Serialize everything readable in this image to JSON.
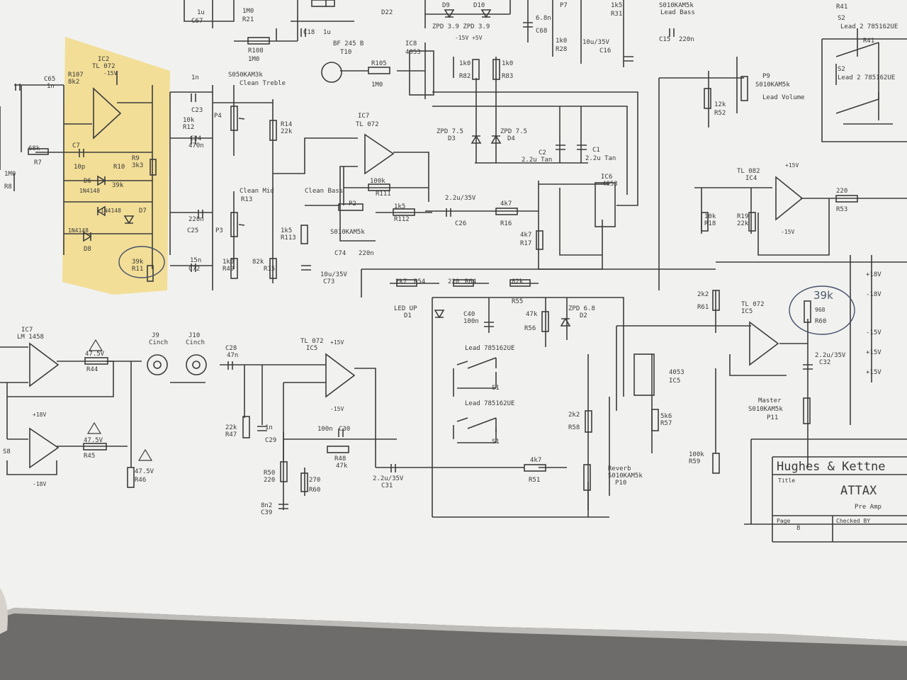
{
  "colors": {
    "paper": "#f1f1ef",
    "ink": "#3c3c3c",
    "highlight": "#f2d77a",
    "table_bg": "#6d6c6a"
  },
  "title_block": {
    "company": "Hughes & Kettne",
    "title_caption": "Title",
    "title": "ATTAX",
    "subtitle": "Pre Amp",
    "page_caption": "Page",
    "page": "8",
    "checked_caption": "Checked BY"
  },
  "handwritten_note": "39k",
  "components": {
    "ic2": "IC2",
    "ic2_type": "TL 072",
    "ic7a": "IC7",
    "ic7a_type": "TL 072",
    "ic4": "IC4",
    "ic4_type": "TL 082",
    "ic5": "IC5",
    "ic5_type": "TL 072",
    "ic5b": "IC5",
    "ic5b_type": "TL 072",
    "ic7": "IC7",
    "ic7_type": "LM 1458",
    "ic6": "IC6",
    "ic6_type": "4053",
    "ic8": "IC8",
    "ic8_type": "4053",
    "ic5c": "IC5",
    "ic5c_type": "4053",
    "r107": "R107",
    "r107_val": "8k2",
    "r7": "R7",
    "r7_val": "68k",
    "r8": "R8",
    "r8_val": "1M0",
    "r9": "R9",
    "r9_val": "3k3",
    "r10": "R10",
    "r10_val": "39k",
    "r12": "R12",
    "r12_val": "10k",
    "r14": "R14",
    "r14_val": "22k",
    "r111": "R111",
    "r111_val": "100k",
    "r112": "R112",
    "r112_val": "1k5",
    "r16": "R16",
    "r16_val": "4k7",
    "r17": "R17",
    "r17_val": "4k7",
    "r113": "R113",
    "r113_val": "1k5",
    "r15": "R15",
    "r15_val": "82k",
    "r18": "R18",
    "r18_val": "10k",
    "r19": "R19",
    "r19_val": "22k",
    "r53": "R53",
    "r53_val": "220",
    "r52": "R52",
    "r52_val": "12k",
    "r54": "R54",
    "r54_val": "2k7",
    "r64": "R64",
    "r64_val": "220",
    "r55": "R55",
    "r55_val": "82k",
    "r56": "R56",
    "r56_val": "47k",
    "r61": "R61",
    "r61_val": "2k2",
    "r58": "R58",
    "r58_val": "2k2",
    "r57": "R57",
    "r57_val": "5k6",
    "r59": "R59",
    "r59_val": "100k",
    "r51": "R51",
    "r51_val": "4k7",
    "r44": "R44",
    "r44_val": "47.5V",
    "r45": "R45",
    "r45_val": "47.5V",
    "r46": "R46",
    "r46_val": "47.5V",
    "r47": "R47",
    "r47_val": "22k",
    "r48": "R48",
    "r48_val": "47k",
    "r60": "R60",
    "r60_val": "270",
    "r105": "R105",
    "r105_val": "1M0",
    "r108": "R108",
    "r108_val": "1M0",
    "r82": "R82",
    "r82_val": "1k0",
    "r83": "R83",
    "r83_val": "1k0",
    "c65": "C65",
    "c65_val": "1n",
    "c7": "C7",
    "c7_val": "10p",
    "c23": "C23",
    "c23_val": "1n",
    "c24": "C24",
    "c24_val": "470n",
    "c25": "C25",
    "c25_val": "220n",
    "c72": "C72",
    "c72_val": "15n",
    "c74": "C74",
    "c74_val": "220n",
    "c73": "C73",
    "c73_val": "10u/35V",
    "c26": "C26",
    "c26_val": "2.2u/35V",
    "c2": "C2",
    "c2_val": "2.2u Tan",
    "c1": "C1",
    "c1_val": "2.2u Tan",
    "c18": "C18",
    "c18_val": "1u",
    "c15": "C15",
    "c15_val": "220n",
    "c16": "C16",
    "c16_val": "10u/35V",
    "c40": "C40",
    "c40_val": "100n",
    "c28": "C28",
    "c28_val": "47n",
    "c29": "C29",
    "c29_val": "1n",
    "c30": "C30",
    "c30_val": "100n",
    "c31": "C31",
    "c31_val": "2.2u/35V",
    "c32": "C32",
    "c32_val": "2.2u/35V",
    "c68": "C68",
    "c68_val": "6.8n",
    "d6": "D6",
    "d8": "D8",
    "d7": "D7",
    "d_type": "1N4148",
    "d3": "D3",
    "d3_val": "ZPD 7.5",
    "d4": "D4",
    "d4_val": "ZPD 7.5",
    "d2": "D2",
    "d2_val": "ZPD 6.8",
    "d1": "D1",
    "d1_val": "LED UP",
    "d9": "D9",
    "d10": "D10",
    "d9_val": "ZPD 3.9",
    "d10_val": "ZPD 3.9",
    "t10": "T10",
    "t10_val": "BF 245 B",
    "p4": "P4",
    "p4_val": "S050KAM3k",
    "p4_name": "Clean Treble",
    "p3": "P3",
    "p3_val": "S010KAM5k",
    "p3_name": "Clean Mid",
    "p2": "P2",
    "p2_val": "S010KAM5k",
    "p2_name": "Clean Bass",
    "p9": "P9",
    "p9_val": "S010KAM5k",
    "p9_name": "Lead Volume",
    "p10": "P10",
    "p10_val": "S010KAM5k",
    "p10_name": "Reverb",
    "p11": "P11",
    "p11_val": "S010KAM5k",
    "p11_name": "Master",
    "p7": "P7",
    "p7_val": "S010KAM5k",
    "p7_name": "Lead Bass",
    "s1a": "S1",
    "s1a_name": "Lead 785162UE",
    "s1b": "S1",
    "s1b_name": "Lead 785162UE",
    "s2a": "S2",
    "s2a_name": "Lead 2 785162UE",
    "s2b": "S2",
    "s2b_name": "Lead 2 785162UE",
    "j9": "J9",
    "j9_name": "Cinch",
    "j10": "J10",
    "j10_name": "Cinch"
  },
  "rails": {
    "p18": "+18V",
    "m18": "-18V",
    "m15": "-15V",
    "p15": "+15V",
    "p15b": "+15V",
    "op_p15": "+15V",
    "op_m15": "-15V"
  }
}
